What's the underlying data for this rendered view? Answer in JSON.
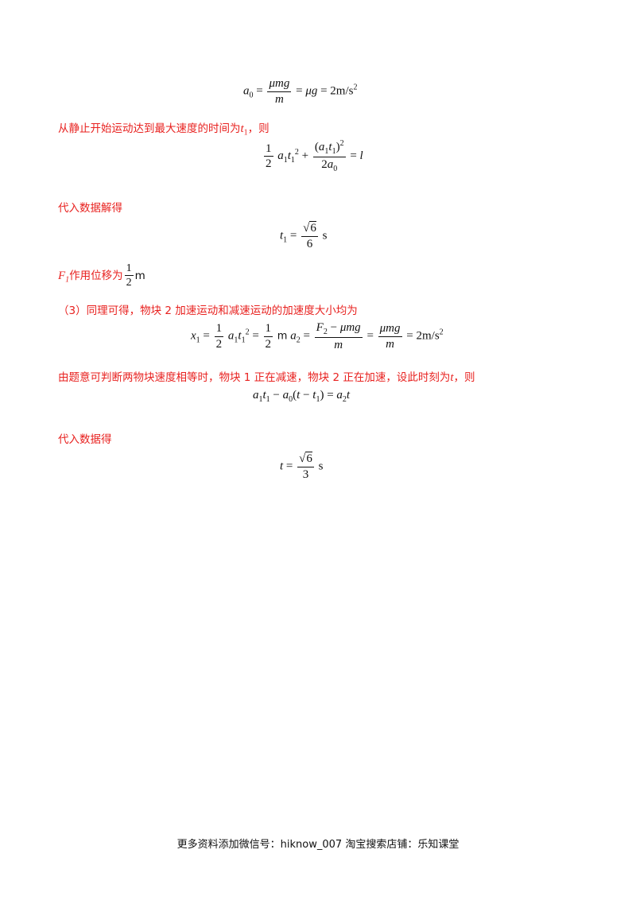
{
  "lines": [
    {
      "id": "eq1",
      "text": "a₀ = μmg / m = μg = 2m/s²"
    },
    {
      "id": "txt1",
      "text": "从静止开始运动达到最大速度的时间为"
    },
    {
      "id": "txt1_var",
      "text": "t₁"
    },
    {
      "id": "txt1_end",
      "text": "，则"
    },
    {
      "id": "eq2",
      "text": "½ a₁t₁² + (a₁t₁)² / 2a₀ = l"
    },
    {
      "id": "txt2",
      "text": "代入数据解得"
    },
    {
      "id": "eq3",
      "text": "t₁ = √6 / 6 s"
    },
    {
      "id": "txt3_var",
      "text": "F₁"
    },
    {
      "id": "txt3",
      "text": "作用位移为"
    },
    {
      "id": "txt3_unit",
      "text": "m"
    },
    {
      "id": "txt4",
      "text": "（3）同理可得，物块 2 加速运动和减速运动的加速度大小均为"
    },
    {
      "id": "eq4",
      "text": "x₁ = ½ a₁t₁² = ½ m  a₂ = (F₂ − μmg)/m = μmg/m = 2m/s²"
    },
    {
      "id": "txt5",
      "text": "由题意可判断两物块速度相等时，物块 1 正在减速，物块 2 正在加速，设此时刻为"
    },
    {
      "id": "txt5_var",
      "text": "t"
    },
    {
      "id": "txt5_end",
      "text": "，则"
    },
    {
      "id": "eq5",
      "text": "a₁t₁ − a₀(t − t₁) = a₂t"
    },
    {
      "id": "txt6",
      "text": "代入数据得"
    },
    {
      "id": "eq6",
      "text": "t = √6 / 3 s"
    }
  ],
  "footer": {
    "text": "更多资料添加微信号：hiknow_007    淘宝搜索店铺：乐知课堂"
  }
}
